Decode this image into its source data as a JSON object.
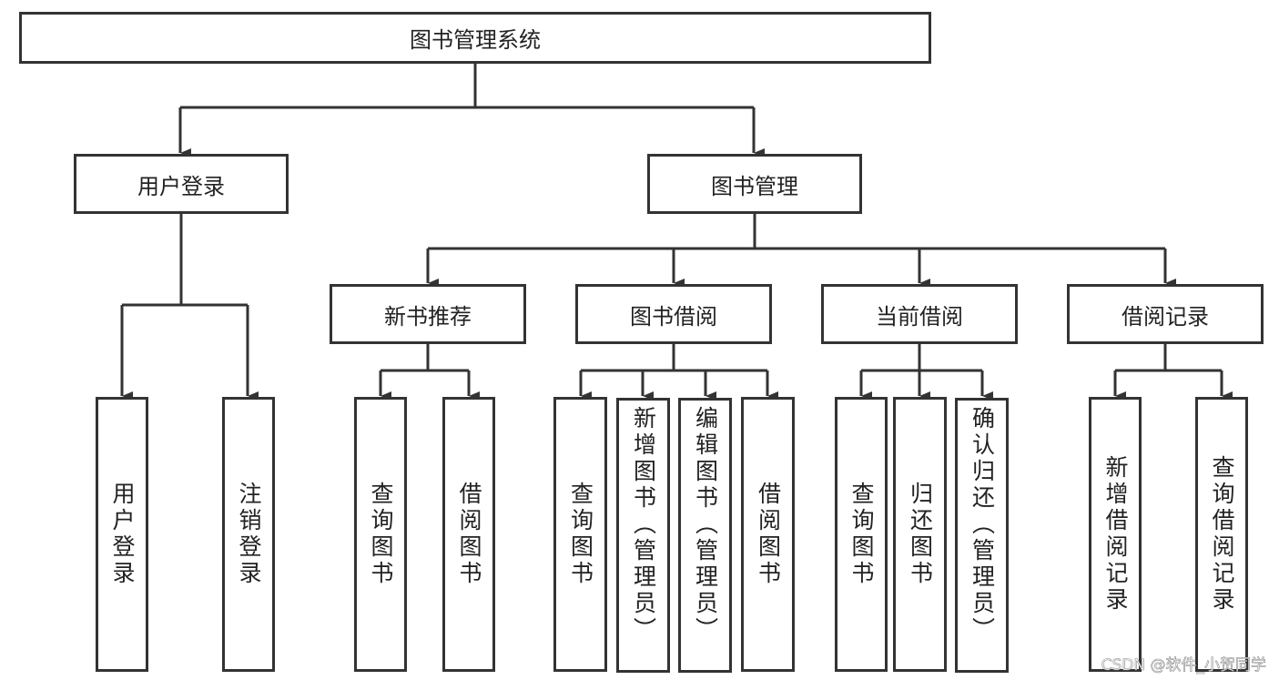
{
  "root": "图书管理系统",
  "level1": [
    "用户登录",
    "图书管理"
  ],
  "user_children": [
    "用户登录",
    "注销登录"
  ],
  "level2": [
    "新书推荐",
    "图书借阅",
    "当前借阅",
    "借阅记录"
  ],
  "new_books_children": [
    "查询图书",
    "借阅图书"
  ],
  "borrow_children": [
    "查询图书",
    "新增图书（管理员）",
    "编辑图书（管理员）",
    "借阅图书"
  ],
  "current_children": [
    "查询图书",
    "归还图书",
    "确认归还（管理员）"
  ],
  "record_children": [
    "新增借阅记录",
    "查询借阅记录"
  ],
  "watermark": "CSDN @软件_小贺同学",
  "colors": {
    "stroke": "#333333"
  }
}
